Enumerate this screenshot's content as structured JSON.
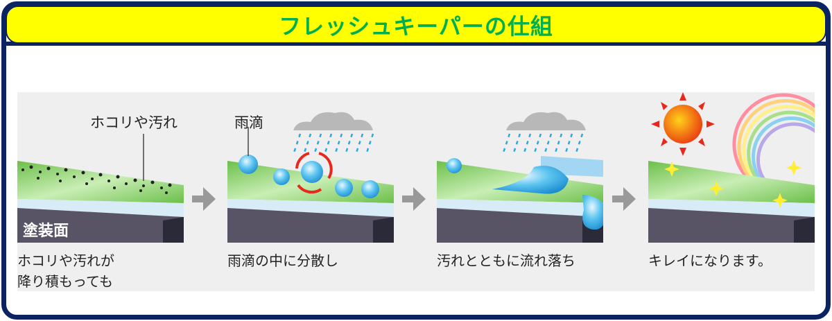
{
  "title": "フレッシュキーパーの仕組",
  "steps": [
    {
      "label": "ホコリや汚れ",
      "surface_label": "塗装面",
      "caption": "ホコリや汚れが\n降り積もっても"
    },
    {
      "label": "雨滴",
      "caption": "雨滴の中に分散し"
    },
    {
      "caption": "汚れとともに流れ落ち"
    },
    {
      "caption": "キレイになります。"
    }
  ],
  "colors": {
    "frame": "#0b2361",
    "title_bg": "#ffff00",
    "title_text": "#00b050",
    "coating": "#7cc95a",
    "drop": "#2aa8e0"
  }
}
